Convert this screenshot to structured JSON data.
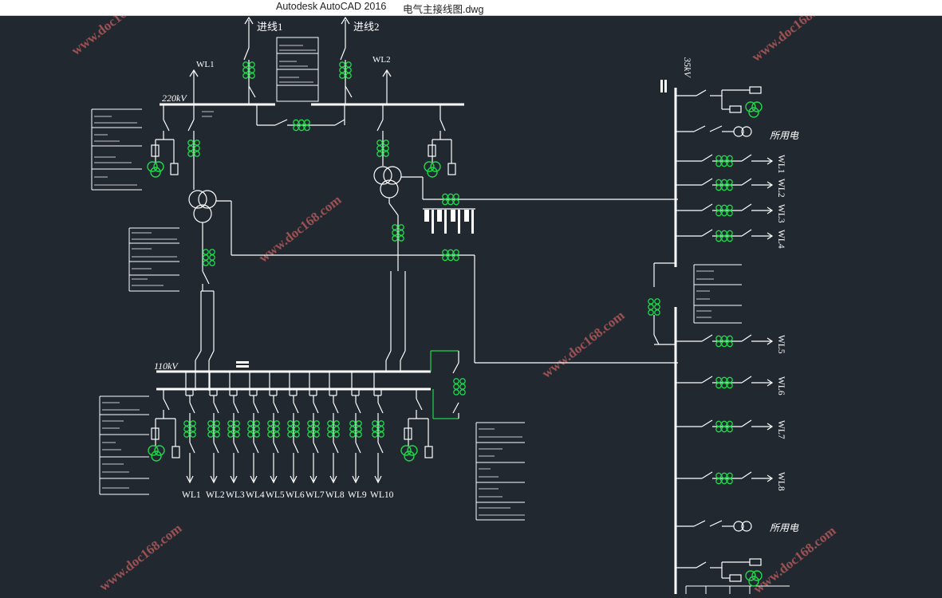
{
  "window": {
    "app_title": "Autodesk AutoCAD 2016",
    "file_name": "电气主接线图.dwg"
  },
  "drawing": {
    "incoming_1": "进线1",
    "incoming_2": "进线2",
    "wl1_top": "WL1",
    "wl2_top": "WL2",
    "bus_220": "220kV",
    "bus_110": "110kV",
    "bus_35": "35kV",
    "station_service_1": "所用电",
    "station_service_2": "所用电",
    "feeders_110": [
      "WL1",
      "WL2",
      "WL3",
      "WL4",
      "WL5",
      "WL6",
      "WL7",
      "WL8",
      "WL9",
      "WL10"
    ],
    "feeders_35": [
      "WL1",
      "WL2",
      "WL3",
      "WL4",
      "WL5",
      "WL6",
      "WL7",
      "WL8"
    ]
  },
  "watermark": "www.doc168.com",
  "colors": {
    "background": "#212830",
    "line": "#ffffff",
    "equipment": "#1ed84a",
    "watermark": "#b55a5a"
  }
}
